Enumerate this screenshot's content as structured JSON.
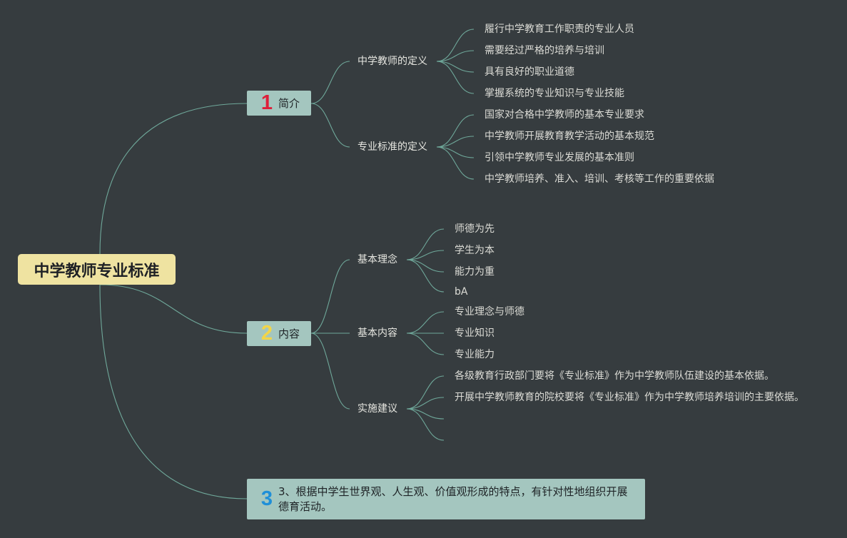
{
  "root": {
    "label": "中学教师专业标准"
  },
  "branches": [
    {
      "number": "1",
      "label": "简介",
      "children": [
        {
          "label": "中学教师的定义",
          "leaves": [
            "履行中学教育工作职责的专业人员",
            "需要经过严格的培养与培训",
            "具有良好的职业道德",
            "掌握系统的专业知识与专业技能"
          ]
        },
        {
          "label": "专业标准的定义",
          "leaves": [
            "国家对合格中学教师的基本专业要求",
            "中学教师开展教育教学活动的基本规范",
            "引领中学教师专业发展的基本准则",
            "中学教师培养、准入、培训、考核等工作的重要依据"
          ]
        }
      ]
    },
    {
      "number": "2",
      "label": "内容",
      "children": [
        {
          "label": "基本理念",
          "leaves": [
            "师德为先",
            "学生为本",
            "能力为重",
            "bA"
          ]
        },
        {
          "label": "基本内容",
          "leaves": [
            "专业理念与师德",
            "专业知识",
            "专业能力"
          ]
        },
        {
          "label": "实施建议",
          "leaves": [
            "各级教育行政部门要将《专业标准》作为中学教师队伍建设的基本依据。",
            "开展中学教师教育的院校要将《专业标准》作为中学教师培养培训的主要依据。",
            "",
            ""
          ]
        }
      ]
    },
    {
      "number": "3",
      "label": "3、根据中学生世界观、人生观、价值观形成的特点，有针对性地组织开展德育活动。"
    }
  ],
  "colors": {
    "background": "#363c3f",
    "root_fill": "#efe3a1",
    "branch_fill": "#a4c6bf",
    "link": "#6fa89a",
    "number_1": "#dd1f3a",
    "number_2": "#f2d548",
    "number_3": "#1f8fd8"
  }
}
